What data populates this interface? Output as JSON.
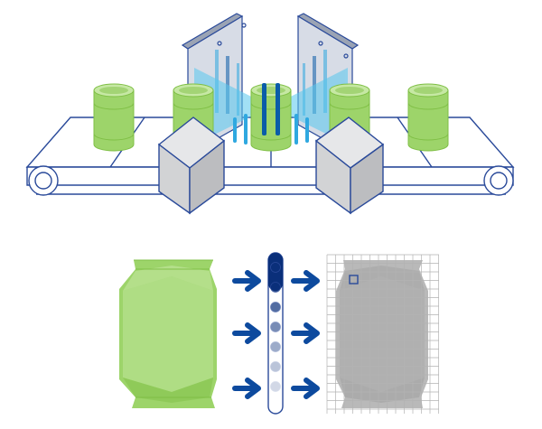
{
  "colors": {
    "outline": "#2a4a9a",
    "conveyor_fill": "#ffffff",
    "box_top": "#e6e7e9",
    "box_front": "#d2d3d5",
    "box_side": "#bcbdc0",
    "can_fill": "#9dd46a",
    "can_dark": "#7fbf45",
    "can_light": "#c6e8a4",
    "scan_beam": "#57c8ee",
    "scan_bar_dark": "#0a5ca8",
    "scan_bar_light": "#2fa8e0",
    "panel_face": "#d7dce6",
    "panel_side": "#9aa3b4",
    "arrow": "#0d4a9e",
    "grid_line": "#b3b3b3",
    "grey_can": "#b9b9b9",
    "grey_can_dark": "#a0a0a0",
    "sensor_dark": "#0a2f7a",
    "sensor_light": "#c8cde6"
  },
  "icons": {
    "arrows_left": [
      "arrow-right-icon",
      "arrow-right-icon",
      "arrow-right-icon"
    ],
    "arrows_right": [
      "arrow-right-icon",
      "arrow-right-icon",
      "arrow-right-icon"
    ]
  },
  "cans": [
    "can-1",
    "can-2",
    "can-3-scanning",
    "can-4",
    "can-5"
  ],
  "sensor_shades": [
    1.0,
    0.85,
    0.7,
    0.55,
    0.4,
    0.28,
    0.18
  ]
}
